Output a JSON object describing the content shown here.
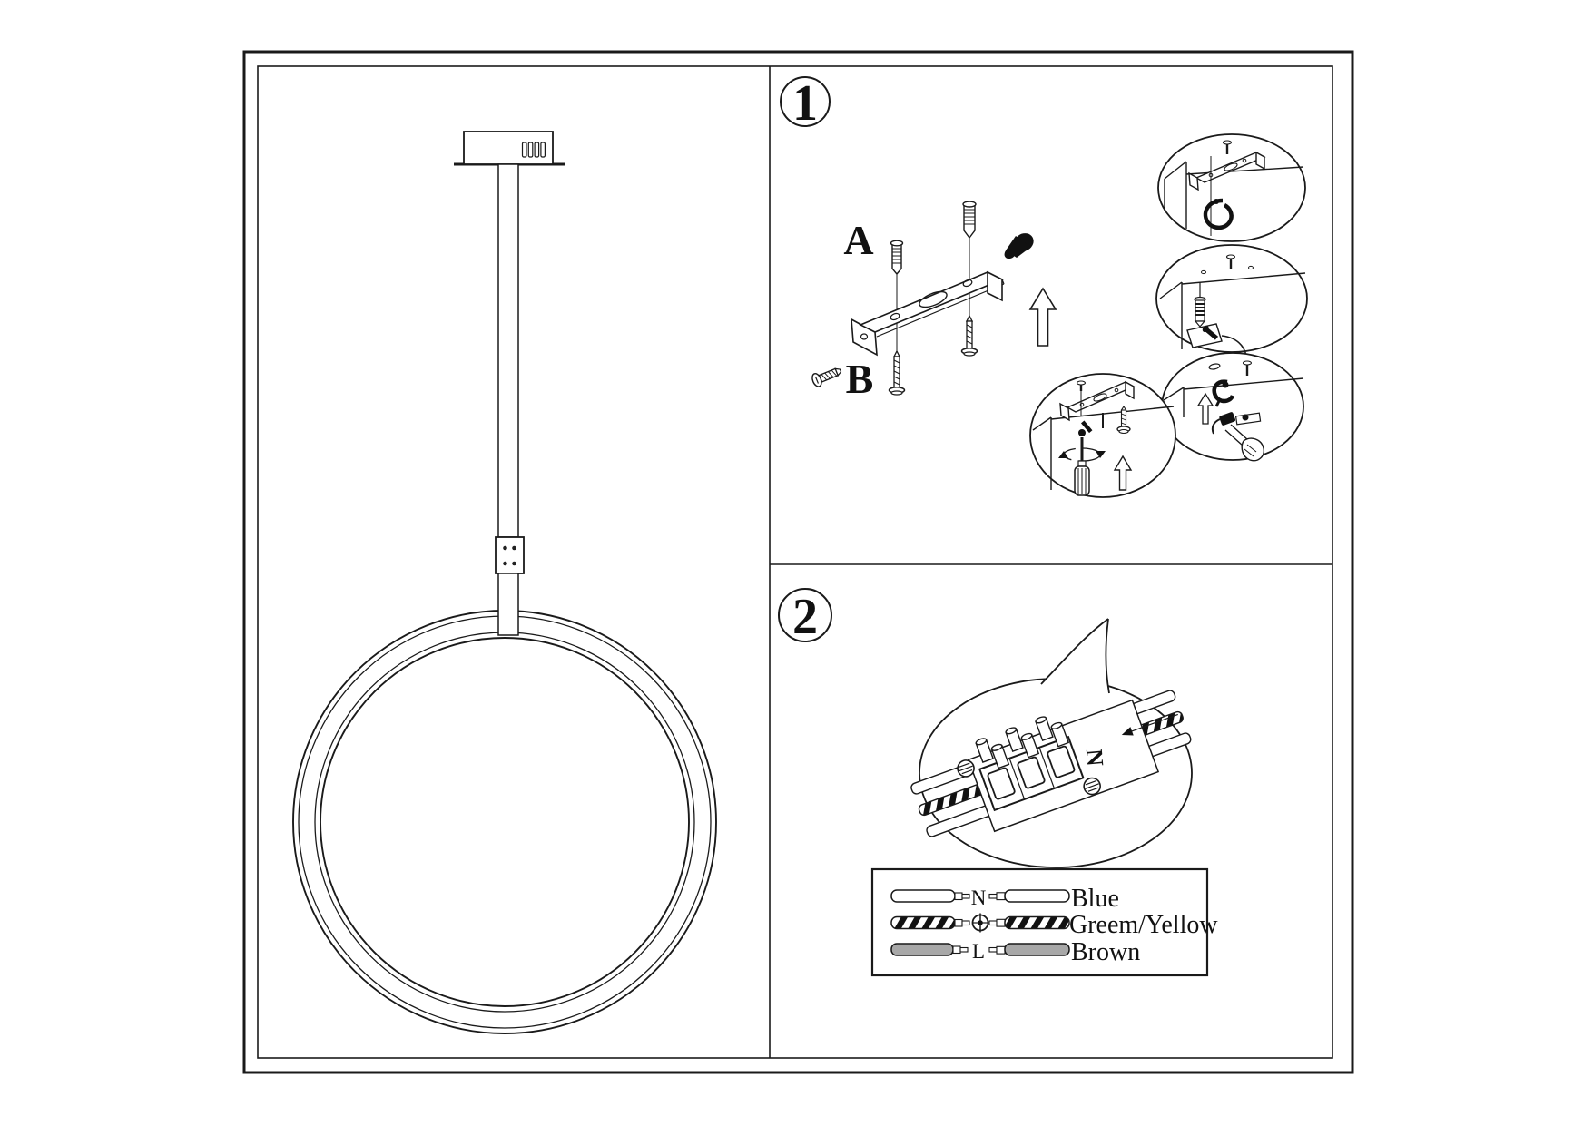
{
  "colors": {
    "ink": "#1a1a1a",
    "black": "#111111",
    "wire_gray": "#a8a8a8",
    "paper": "#ffffff"
  },
  "step1": {
    "badge": "1",
    "label_a": "A",
    "label_b": "B"
  },
  "step2": {
    "badge": "2",
    "terminal_n": "N",
    "legend": {
      "rows": [
        {
          "code": "N",
          "color": "Blue"
        },
        {
          "code": "",
          "color": "Greem/Yellow"
        },
        {
          "code": "L",
          "color": "Brown"
        }
      ]
    }
  }
}
